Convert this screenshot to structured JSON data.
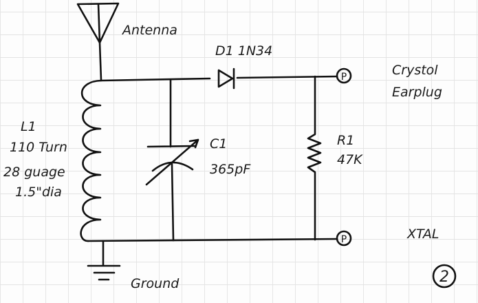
{
  "labels": {
    "antenna": "Antenna",
    "diode": "D1 1N34",
    "earplug_line1": "Crystol",
    "earplug_line2": "Earplug",
    "coil_name": "L1",
    "coil_turns": "110 Turn",
    "coil_wire": "28 guage",
    "coil_dia": "1.5\"dia",
    "cap_name": "C1",
    "cap_value": "365pF",
    "res_name": "R1",
    "res_value": "47K",
    "terminal_top": "P",
    "terminal_bottom": "P",
    "xtal": "XTAL",
    "ground": "Ground",
    "figure_number": "2"
  }
}
